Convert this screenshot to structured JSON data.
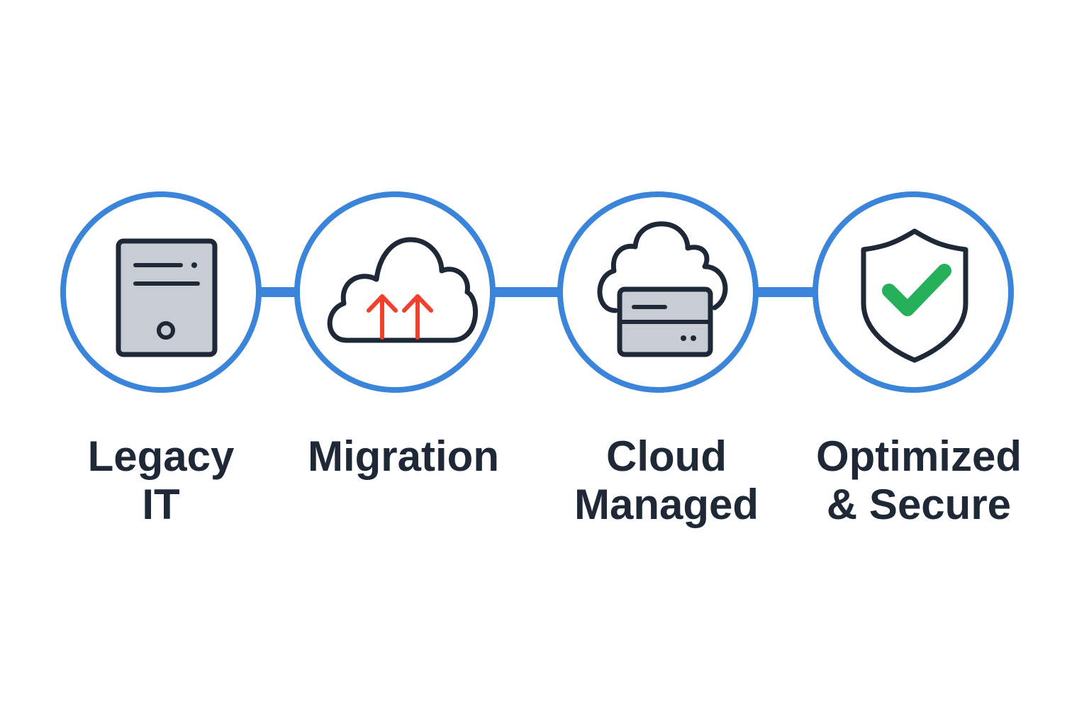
{
  "colors": {
    "ring": "#3a85d9",
    "icon_stroke": "#1e2837",
    "icon_fill": "#c8cdd3",
    "arrow": "#f0402e",
    "check": "#27b05a",
    "text": "#1e2837"
  },
  "steps": [
    {
      "icon": "legacy-server-icon",
      "label_lines": [
        "Legacy",
        "IT"
      ]
    },
    {
      "icon": "cloud-upload-icon",
      "label_lines": [
        "Migration"
      ]
    },
    {
      "icon": "cloud-server-icon",
      "label_lines": [
        "Cloud",
        "Managed"
      ]
    },
    {
      "icon": "shield-check-icon",
      "label_lines": [
        "Optimized",
        "& Secure"
      ]
    }
  ]
}
